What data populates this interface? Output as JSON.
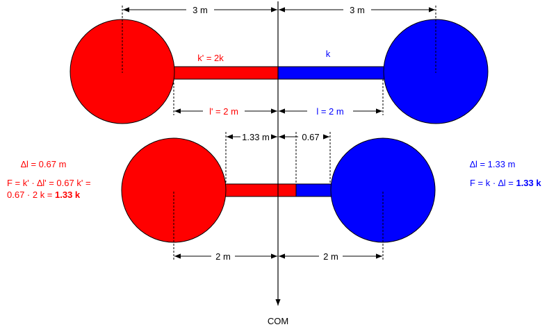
{
  "colors": {
    "red": "#ff0000",
    "blue": "#0000ff",
    "black": "#000000"
  },
  "top_system": {
    "left_distance_label": "3 m",
    "right_distance_label": "3 m",
    "left_spring_constant": "k' = 2k",
    "right_spring_constant": "k",
    "left_spring_length": "l' = 2 m",
    "right_spring_length": "l = 2 m"
  },
  "bottom_system": {
    "left_extension_label": "1.33 m",
    "right_extension_label": "0.67",
    "left_distance_label": "2 m",
    "right_distance_label": "2 m"
  },
  "left_info": {
    "delta": "∆l = 0.67 m",
    "force_line1": "F = k' · ∆l' = 0.67 k' =",
    "force_line2_prefix": "0.67 · 2 k = ",
    "force_result": "1.33 k"
  },
  "right_info": {
    "delta": "∆l = 1.33 m",
    "force_prefix": "F = k · ∆l = ",
    "force_result": "1.33 k"
  },
  "com_label": "COM"
}
